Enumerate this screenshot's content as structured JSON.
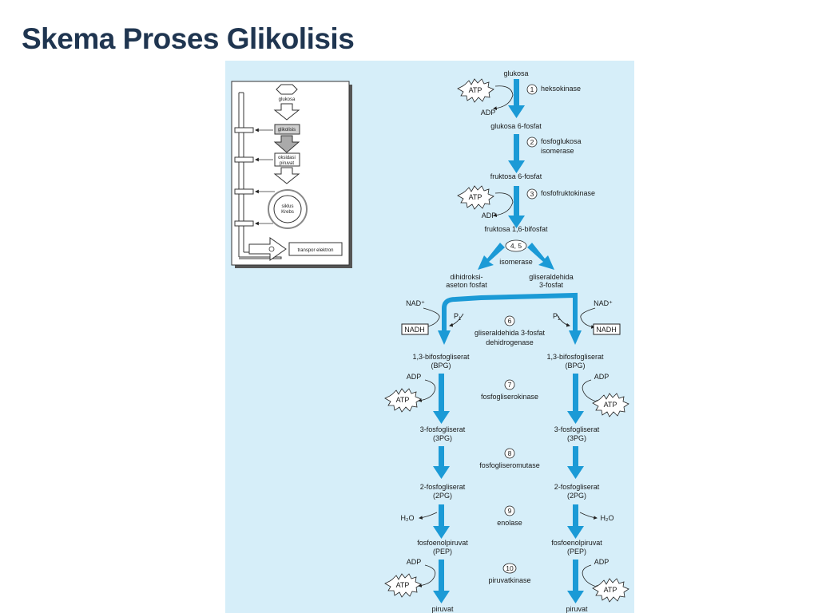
{
  "title": "Skema Proses Glikolisis",
  "overview": {
    "glukosa": "glukosa",
    "glikolisis": "glikolisis",
    "oksidasi_piruvat": [
      "oksidasi",
      "piruvat"
    ],
    "siklus_krebs": [
      "siklus",
      "Krebs"
    ],
    "transpor_elektron": "transpor elektron"
  },
  "pathway": {
    "atp": "ATP",
    "adp": "ADP",
    "nad_plus": "NAD⁺",
    "nadh": "NADH",
    "pi": "P",
    "pi_sub": "1",
    "h2o": "H₂O",
    "compounds": {
      "glukosa": "glukosa",
      "glukosa6f": "glukosa 6-fosfat",
      "fruktosa6f": "fruktosa 6-fosfat",
      "fruktosa16bf": "fruktosa 1,6-bifosfat",
      "dhap": [
        "dihidroksi-",
        "aseton fosfat"
      ],
      "g3p": [
        "gliseraldehida",
        "3-fosfat"
      ],
      "bpg": [
        "1,3-bifosfogliserat",
        "(BPG)"
      ],
      "pg3": [
        "3-fosfogliserat",
        "(3PG)"
      ],
      "pg2": [
        "2-fosfogliserat",
        "(2PG)"
      ],
      "pep": [
        "fosfoenolpiruvat",
        "(PEP)"
      ],
      "piruvat": "piruvat"
    },
    "steps": [
      {
        "num": "1",
        "enzyme": [
          "heksokinase"
        ]
      },
      {
        "num": "2",
        "enzyme": [
          "fosfoglukosa",
          "isomerase"
        ]
      },
      {
        "num": "3",
        "enzyme": [
          "fosfofruktokinase"
        ]
      },
      {
        "num": "4, 5",
        "enzyme": [
          "isomerase"
        ]
      },
      {
        "num": "6",
        "enzyme": [
          "gliseraldehida 3-fosfat",
          "dehidrogenase"
        ]
      },
      {
        "num": "7",
        "enzyme": [
          "fosfogliserokinase"
        ]
      },
      {
        "num": "8",
        "enzyme": [
          "fosfogliseromutase"
        ]
      },
      {
        "num": "9",
        "enzyme": [
          "enolase"
        ]
      },
      {
        "num": "10",
        "enzyme": [
          "piruvatkinase"
        ]
      }
    ]
  },
  "colors": {
    "arrow": "#1b9ad6",
    "title": "#1f3550",
    "panel": "#d6eef9"
  }
}
